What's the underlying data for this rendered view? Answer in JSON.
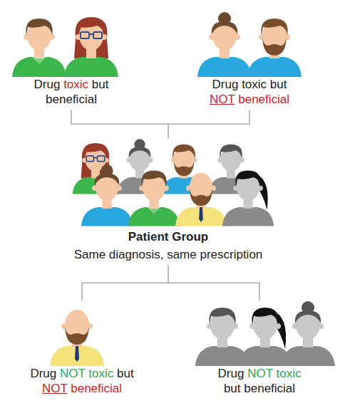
{
  "diagram": {
    "nodes": [
      {
        "text": [
          "Drug toxic but beneficial"
        ]
      },
      {
        "text": [
          "Drug toxic but NOT beneficial"
        ]
      },
      {
        "text": [
          "Patient Group",
          "Same diagnosis, same prescription"
        ]
      },
      {
        "text": [
          "Drug NOT toxic but NOT beneficial"
        ]
      },
      {
        "text": [
          "Drug NOT toxic but beneficial"
        ]
      }
    ],
    "edges": [
      {
        "from": 0,
        "to": 2,
        "arrow": "none"
      },
      {
        "from": 1,
        "to": 2,
        "arrow": "none"
      },
      {
        "from": 2,
        "to": 3,
        "arrow": "none"
      },
      {
        "from": 2,
        "to": 4,
        "arrow": "none"
      }
    ]
  }
}
